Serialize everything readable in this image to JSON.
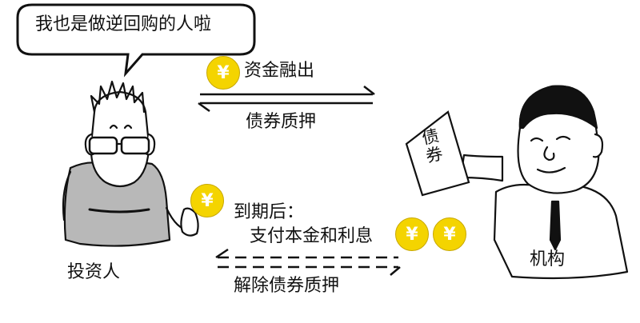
{
  "bubble": {
    "text": "我也是做逆回购的人啦"
  },
  "flows": {
    "funds_out": "资金融出",
    "bond_pledge": "债券质押",
    "at_maturity": "到期后：",
    "pay_principal_interest": "支付本金和利息",
    "release_pledge": "解除债券质押"
  },
  "parties": {
    "investor": "投资人",
    "institution": "机构"
  },
  "document": {
    "label": "债券"
  },
  "coin": {
    "symbol": "¥"
  },
  "colors": {
    "coin": "#f4d400",
    "ink": "#111111",
    "background": "#ffffff"
  }
}
